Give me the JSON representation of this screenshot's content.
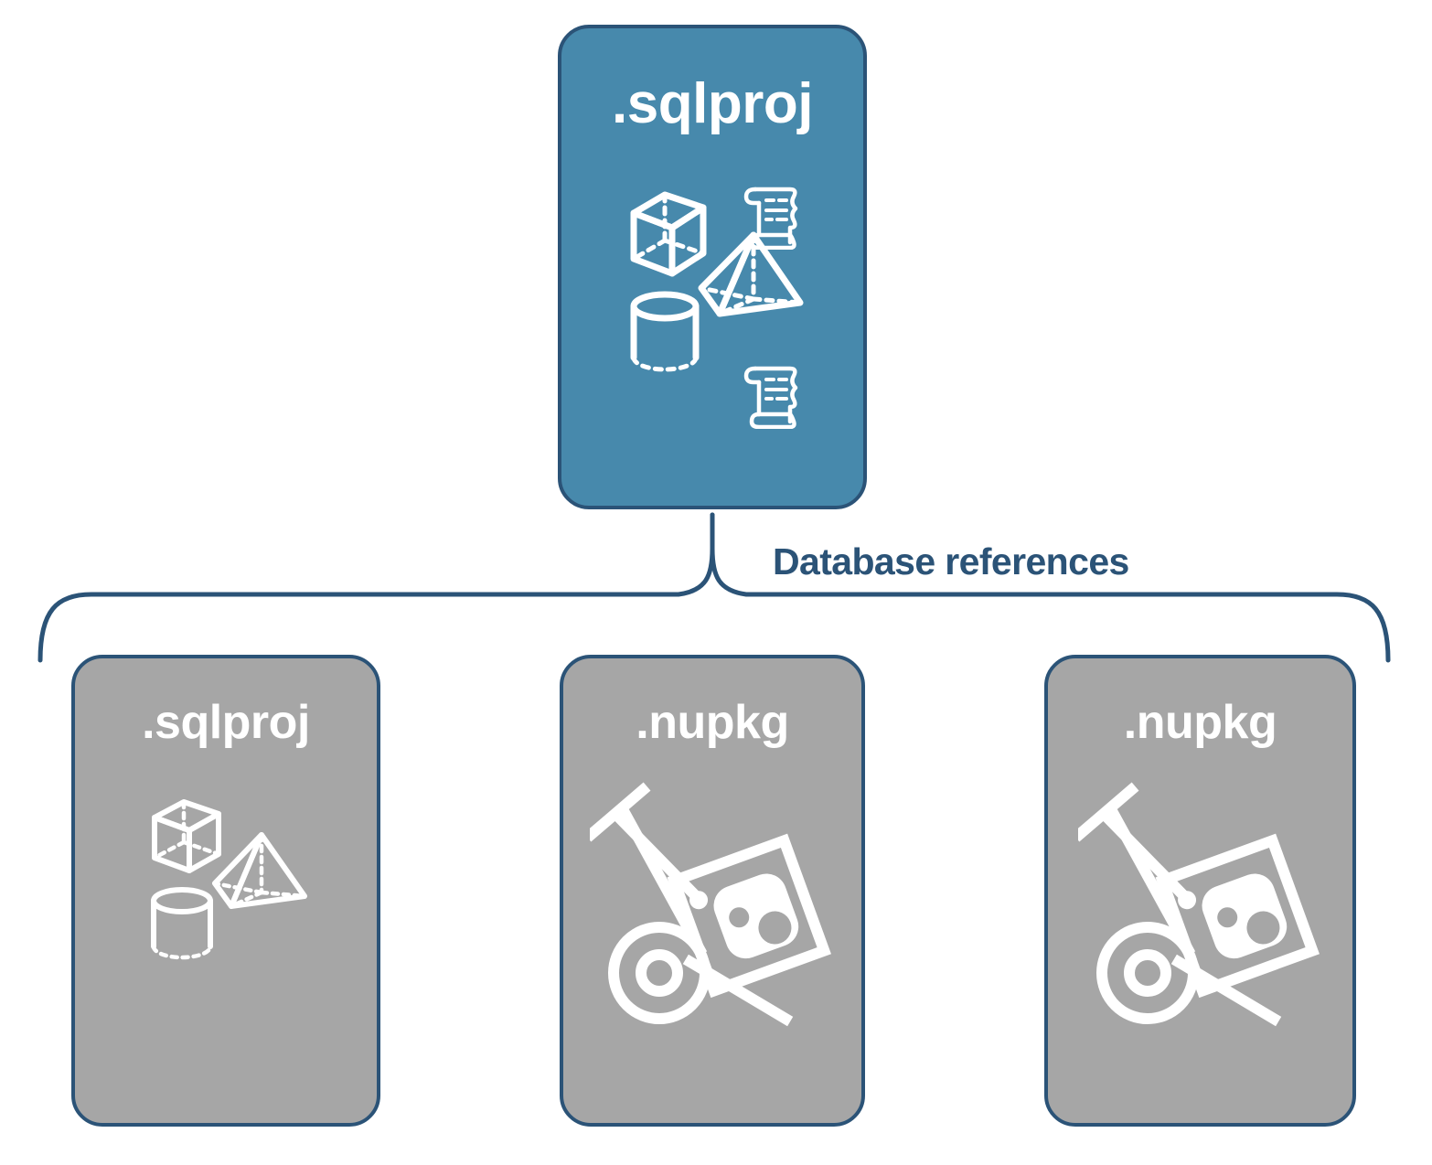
{
  "diagram": {
    "title": "SQL project database references",
    "background_color": "#ffffff",
    "stroke_color": "#2B5377",
    "primary_fill": "#4789AC",
    "secondary_fill": "#A6A6A6",
    "icon_color": "#ffffff"
  },
  "top_node": {
    "label": ".sqlproj",
    "fill": "#4789AC",
    "icons": [
      "cube-icon",
      "scroll-icon",
      "pyramid-icon",
      "cylinder-icon",
      "scroll-icon"
    ]
  },
  "connector": {
    "label": "Database references",
    "style": "curly-brace",
    "color": "#2B5377"
  },
  "reference_nodes": [
    {
      "label": ".sqlproj",
      "fill": "#A6A6A6",
      "icons": [
        "cube-icon",
        "pyramid-icon",
        "cylinder-icon"
      ]
    },
    {
      "label": ".nupkg",
      "fill": "#A6A6A6",
      "icons": [
        "hand-truck-package-icon"
      ]
    },
    {
      "label": ".nupkg",
      "fill": "#A6A6A6",
      "icons": [
        "hand-truck-package-icon"
      ]
    }
  ]
}
